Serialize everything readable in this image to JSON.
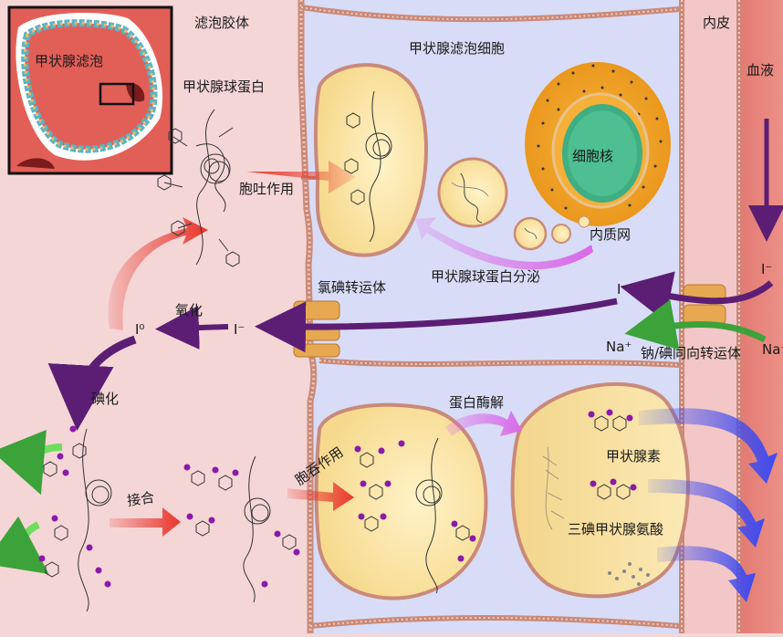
{
  "labels": {
    "colloid": "滤泡胶体",
    "follicular_cell": "甲状腺滤泡细胞",
    "endothelium": "内皮",
    "blood": "血液",
    "inset": "甲状腺滤泡",
    "thyroglobulin": "甲状腺球蛋白",
    "exocytosis": "胞吐作用",
    "nucleus": "细胞核",
    "er": "内质网",
    "secretion": "甲状腺球蛋白分泌",
    "pendrin": "氯碘转运体",
    "oxidation": "氧化",
    "iodination": "碘化",
    "coupling": "接合",
    "endocytosis": "胞吞作用",
    "proteolysis": "蛋白酶解",
    "t4": "甲状腺素",
    "t3": "三碘甲状腺氨酸",
    "nis": "钠/碘同向转运体",
    "iodide_blood": "I⁻",
    "iodide_cell": "I⁻",
    "iodide_colloid": "I⁻",
    "iodine_atom": "I⁰",
    "sodium_out": "Na⁺",
    "sodium_in": "Na⁺"
  },
  "colors": {
    "colloid_bg": "#f5d6d6",
    "cell_bg": "#d9dcf6",
    "blood_vessel": "#e8837b",
    "vesicle": "#fbe7ad",
    "membrane": "#c98a7a",
    "arrow_purple": "#5b1e74",
    "arrow_red": "#e8342a",
    "arrow_magenta": "#d968e8",
    "arrow_blue": "#3d4af0",
    "arrow_green": "#3ca23a",
    "transporter": "#e7a852",
    "iodine_dot": "#8a1aa8"
  }
}
